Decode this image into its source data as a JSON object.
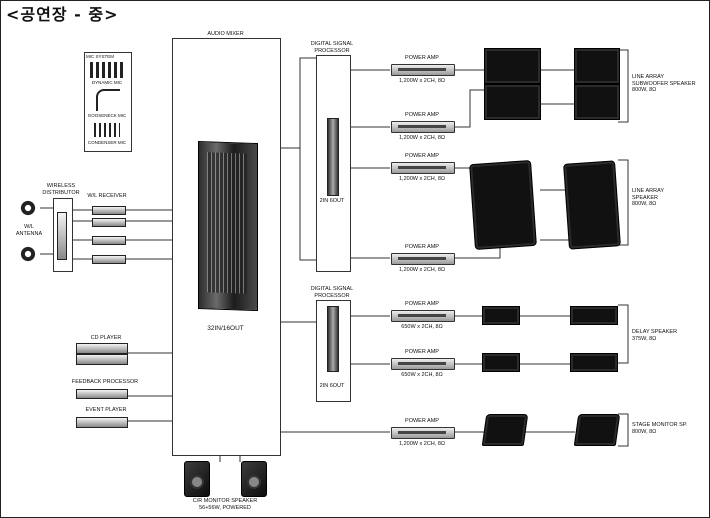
{
  "title": "<공연장 - 중>",
  "mixer": {
    "label": "AUDIO MIXER",
    "io": "32IN/16OUT"
  },
  "dsp1": {
    "label": "DIGITAL SIGNAL\nPROCESSOR",
    "io": "2IN 6OUT"
  },
  "dsp2": {
    "label": "DIGITAL SIGNAL\nPROCESSOR",
    "io": "2IN 6OUT"
  },
  "mic": {
    "system": "MIC SYSTEM",
    "dynamic": "DYNAMIC MIC",
    "gooseneck": "GOOSENECK MIC",
    "condenser": "CONDENSER MIC"
  },
  "wireless": {
    "distributor": "WIRELESS\nDISTRIBUTOR",
    "receiver": "W/L RECEIVER",
    "antenna": "W/L\nANTENNA"
  },
  "sources": {
    "cd": "CD PLAYER",
    "feedback": "FEEDBACK PROCESSOR",
    "event": "EVENT PLAYER"
  },
  "monitor_cr": "C/R MONITOR SPEAKER\n56+56W, POWERED",
  "amps": [
    {
      "label": "POWER AMP",
      "spec": "1,200W x 2CH, 8Ω"
    },
    {
      "label": "POWER AMP",
      "spec": "1,200W x 2CH, 8Ω"
    },
    {
      "label": "POWER AMP",
      "spec": "1,200W x 2CH, 8Ω"
    },
    {
      "label": "POWER AMP",
      "spec": "1,200W x 2CH, 8Ω"
    },
    {
      "label": "POWER AMP",
      "spec": "650W x 2CH, 8Ω"
    },
    {
      "label": "POWER AMP",
      "spec": "650W x 2CH, 8Ω"
    },
    {
      "label": "POWER AMP",
      "spec": "1,200W x 2CH, 8Ω"
    }
  ],
  "speakers": {
    "sub": "LINE ARRAY\nSUBWOOFER SPEAKER\n800W, 8Ω",
    "array": "LINE ARRAY\nSPEAKER\n800W, 8Ω",
    "delay": "DELAY SPEAKER\n375W, 8Ω",
    "stage": "STAGE MONITOR SP.\n800W, 8Ω"
  }
}
